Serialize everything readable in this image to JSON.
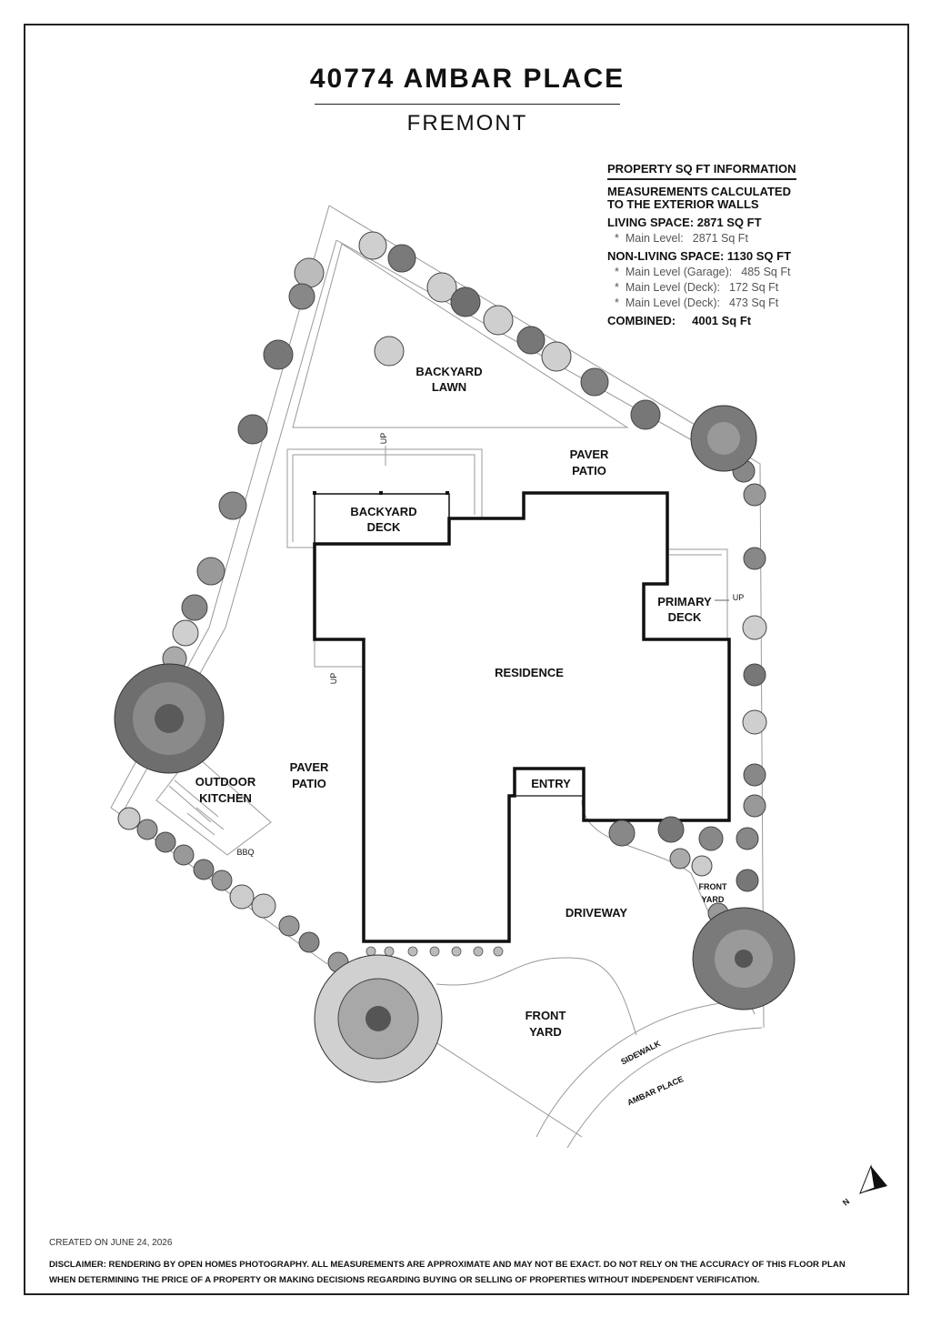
{
  "title": "40774 AMBAR PLACE",
  "subtitle": "FREMONT",
  "info": {
    "header": "PROPERTY SQ FT INFORMATION",
    "calc_line1": "MEASUREMENTS CALCULATED",
    "calc_line2": "TO THE EXTERIOR WALLS",
    "living": "LIVING SPACE: 2871 SQ FT",
    "living_items": [
      {
        "label": "Main Level:",
        "value": "2871 Sq Ft"
      }
    ],
    "nonliving": "NON-LIVING SPACE: 1130 SQ FT",
    "nonliving_items": [
      {
        "label": "Main Level (Garage):",
        "value": "485 Sq Ft"
      },
      {
        "label": "Main Level (Deck):",
        "value": "172 Sq Ft"
      },
      {
        "label": "Main Level (Deck):",
        "value": "473 Sq Ft"
      }
    ],
    "combined_label": "COMBINED:",
    "combined_value": "4001 Sq Ft",
    "bullet": "*"
  },
  "labels": {
    "backyard_lawn_1": "BACKYARD",
    "backyard_lawn_2": "LAWN",
    "paver_patio_1": "PAVER",
    "paver_patio_2": "PATIO",
    "backyard_deck_1": "BACKYARD",
    "backyard_deck_2": "DECK",
    "primary_deck_1": "PRIMARY",
    "primary_deck_2": "DECK",
    "residence": "RESIDENCE",
    "entry": "ENTRY",
    "outdoor_kitchen_1": "OUTDOOR",
    "outdoor_kitchen_2": "KITCHEN",
    "bbq": "BBQ",
    "driveway": "DRIVEWAY",
    "front_yard_1": "FRONT",
    "front_yard_2": "YARD",
    "front_yard_small_1": "FRONT",
    "front_yard_small_2": "YARD",
    "sidewalk": "SIDEWALK",
    "ambar_place": "AMBAR PLACE",
    "up": "UP",
    "north": "N"
  },
  "footer": {
    "created": "CREATED ON JUNE 24, 2026",
    "disclaimer_1": "DISCLAIMER: RENDERING BY OPEN HOMES PHOTOGRAPHY. ALL MEASUREMENTS ARE APPROXIMATE AND MAY NOT BE EXACT. DO NOT RELY ON THE ACCURACY OF THIS FLOOR PLAN",
    "disclaimer_2": "WHEN DETERMINING THE PRICE OF A PROPERTY OR MAKING DECISIONS REGARDING BUYING OR SELLING OF PROPERTIES WITHOUT INDEPENDENT VERIFICATION."
  }
}
